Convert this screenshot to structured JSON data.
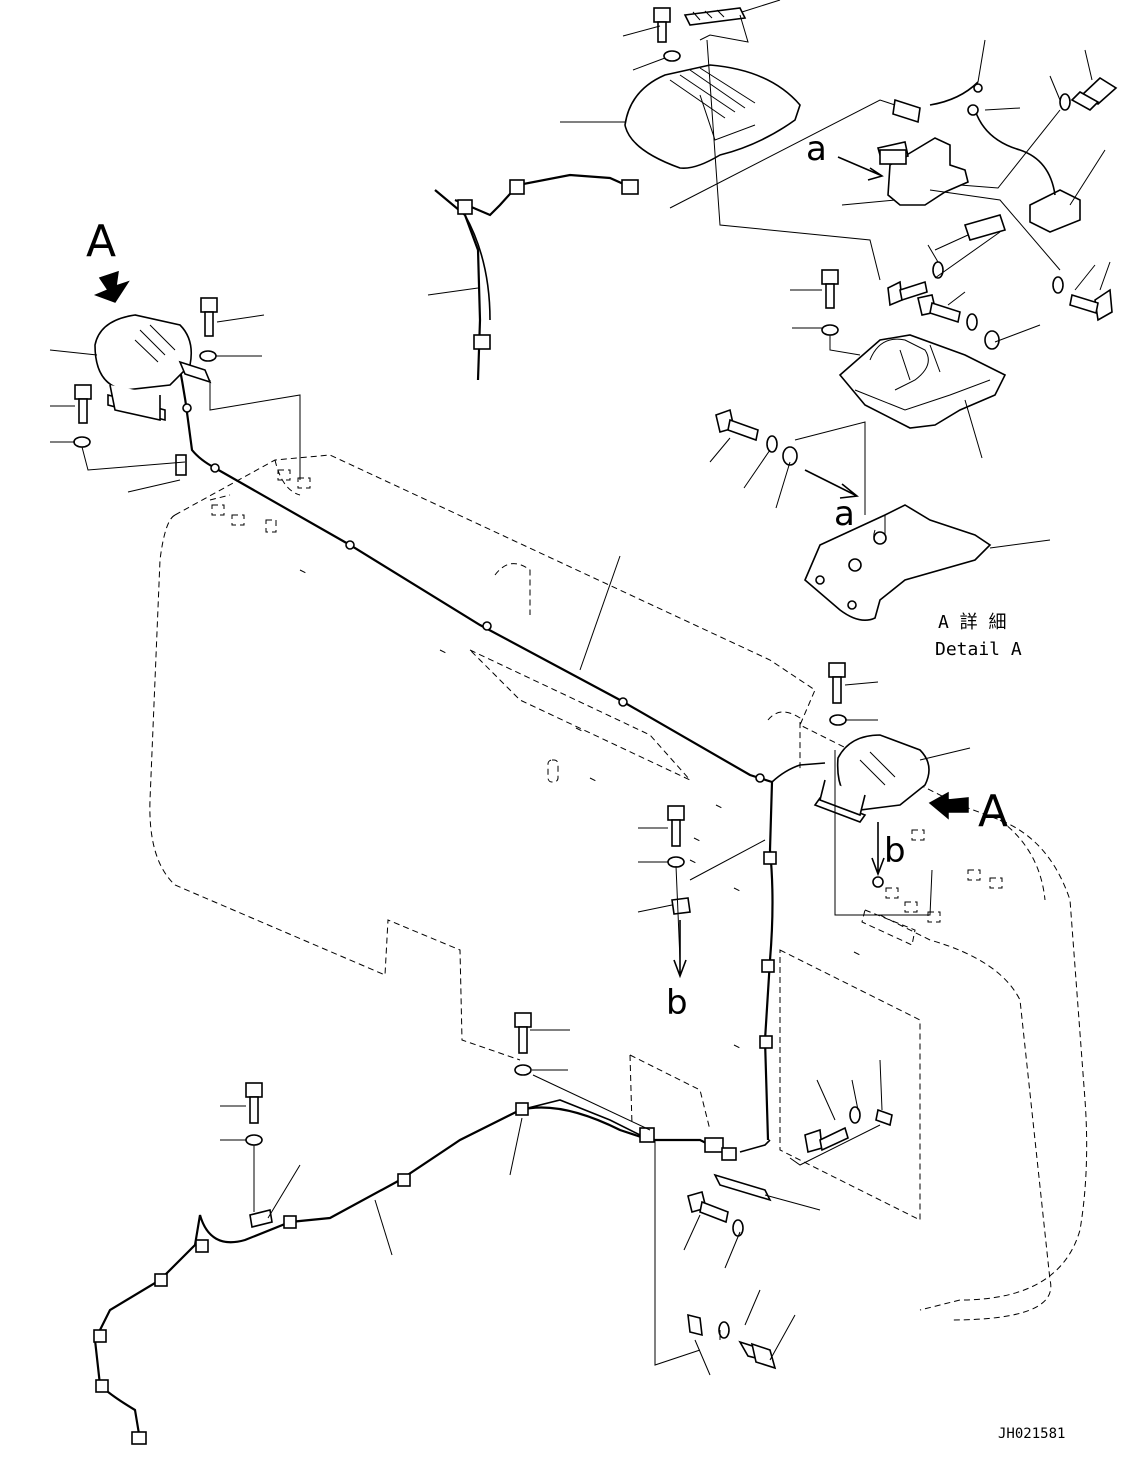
{
  "labels": {
    "view_a_top": "A",
    "view_a_right": "A",
    "ref_a_1": "a",
    "ref_a_2": "a",
    "ref_b_1": "b",
    "ref_b_2": "b",
    "detail_jp": "A 詳 細",
    "detail_en": "Detail A",
    "drawing_no": "JH021581"
  }
}
